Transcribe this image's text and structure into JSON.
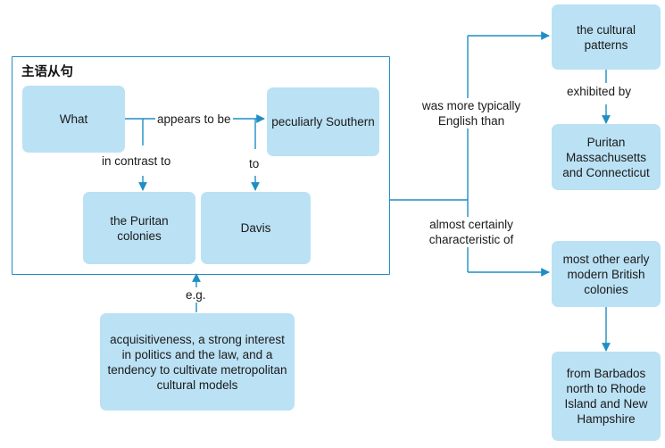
{
  "diagram": {
    "title_zh": "主语从句",
    "colors": {
      "node_fill": "#bbe1f4",
      "line": "#1e8ec4",
      "text": "#1a1a1a",
      "background": "#ffffff"
    },
    "nodes": [
      {
        "id": "what",
        "label": "What"
      },
      {
        "id": "peculiarly-southern",
        "label": "peculiarly Southern"
      },
      {
        "id": "puritan-colonies",
        "label": "the Puritan colonies"
      },
      {
        "id": "davis",
        "label": "Davis"
      },
      {
        "id": "acquisitiveness",
        "label": "acquisitiveness, a strong interest in politics and the law, and a tendency to cultivate metropolitan cultural models"
      },
      {
        "id": "cultural-patterns",
        "label": "the cultural patterns"
      },
      {
        "id": "puritan-mass-conn",
        "label": "Puritan Massachusetts and Connecticut"
      },
      {
        "id": "most-other-colonies",
        "label": "most other early modern British colonies"
      },
      {
        "id": "barbados-to-nh",
        "label": "from Barbados north to Rhode Island and New Hampshire"
      }
    ],
    "edge_labels": [
      {
        "id": "appears-to-be",
        "label": "appears to be"
      },
      {
        "id": "in-contrast-to",
        "label": "in contrast to"
      },
      {
        "id": "to",
        "label": "to"
      },
      {
        "id": "eg",
        "label": "e.g."
      },
      {
        "id": "was-more-typically-english-than",
        "label": "was more typically\nEnglish than"
      },
      {
        "id": "almost-certainly-characteristic-of",
        "label": "almost certainly\ncharacteristic of"
      },
      {
        "id": "exhibited-by",
        "label": "exhibited by"
      }
    ]
  }
}
